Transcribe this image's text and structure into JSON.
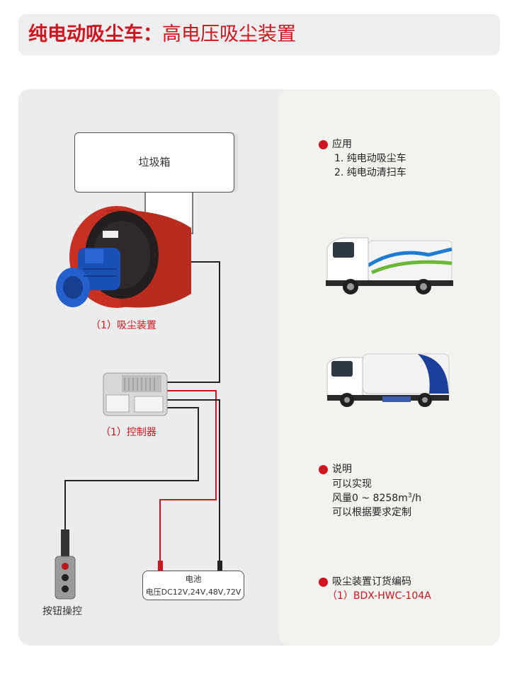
{
  "header": {
    "title_main": "纯电动吸尘车",
    "title_sep": "：",
    "title_sub": "高电压吸尘装置"
  },
  "diagram": {
    "bin_label": "垃圾箱",
    "dust_device_label": "（1）吸尘装置",
    "controller_label": "（1）控制器",
    "button_label": "按钮操控",
    "battery": {
      "title": "电池",
      "voltage": "电压DC12V,24V,48V,72V"
    }
  },
  "info": {
    "application": {
      "heading": "应用",
      "items": [
        "1. 纯电动吸尘车",
        "2. 纯电动清扫车"
      ]
    },
    "notes": {
      "heading": "说明",
      "lines": [
        "可以实现",
        "风量0 ~ 8258m",
        "可以根据要求定制"
      ],
      "unit_sup": "3",
      "unit_tail": "/h"
    },
    "order": {
      "heading": "吸尘装置订货编码",
      "code": "（1）BDX-HWC-104A"
    }
  },
  "colors": {
    "accent": "#d0131e",
    "wire_black": "#222222",
    "wire_red": "#d0131e"
  }
}
